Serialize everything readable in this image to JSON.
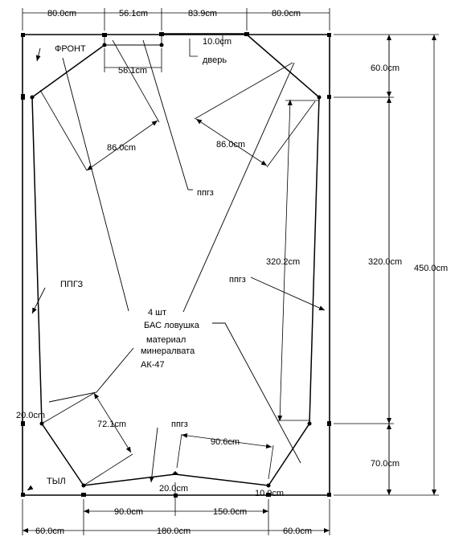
{
  "dimensions": {
    "top": [
      "80.0cm",
      "56.1cm",
      "83.9cm",
      "80.0cm"
    ],
    "right": [
      "60.0cm",
      "320.0cm",
      "70.0cm"
    ],
    "right_total": "450.0cm",
    "bottom_inner": [
      "90.0cm",
      "150.0cm"
    ],
    "bottom_outer": [
      "60.0cm",
      "180.0cm",
      "60.0cm"
    ],
    "door_gap": "56.1cm",
    "door_depth": "10.0cm",
    "diag_left": "86.0cm",
    "diag_right": "86.0cm",
    "diag_long": "320.2cm",
    "diag_lower_left": "72.1cm",
    "lower_span": "90.6cm",
    "bottom_mid": "20.0cm",
    "left_small": "20.0cm",
    "bottom_right_small": "10.0cm"
  },
  "labels": {
    "front": "ФРОНТ",
    "door": "дверь",
    "back": "ТЫЛ",
    "ppgz": "ППГЗ",
    "ppgz_lower": "ппгз",
    "count": "4 шт",
    "bas": "БАС ловушка",
    "material_1": "материал",
    "material_2": "минералвата",
    "ak": "АК-47"
  },
  "colors": {
    "line": "#000000",
    "background": "#ffffff"
  }
}
